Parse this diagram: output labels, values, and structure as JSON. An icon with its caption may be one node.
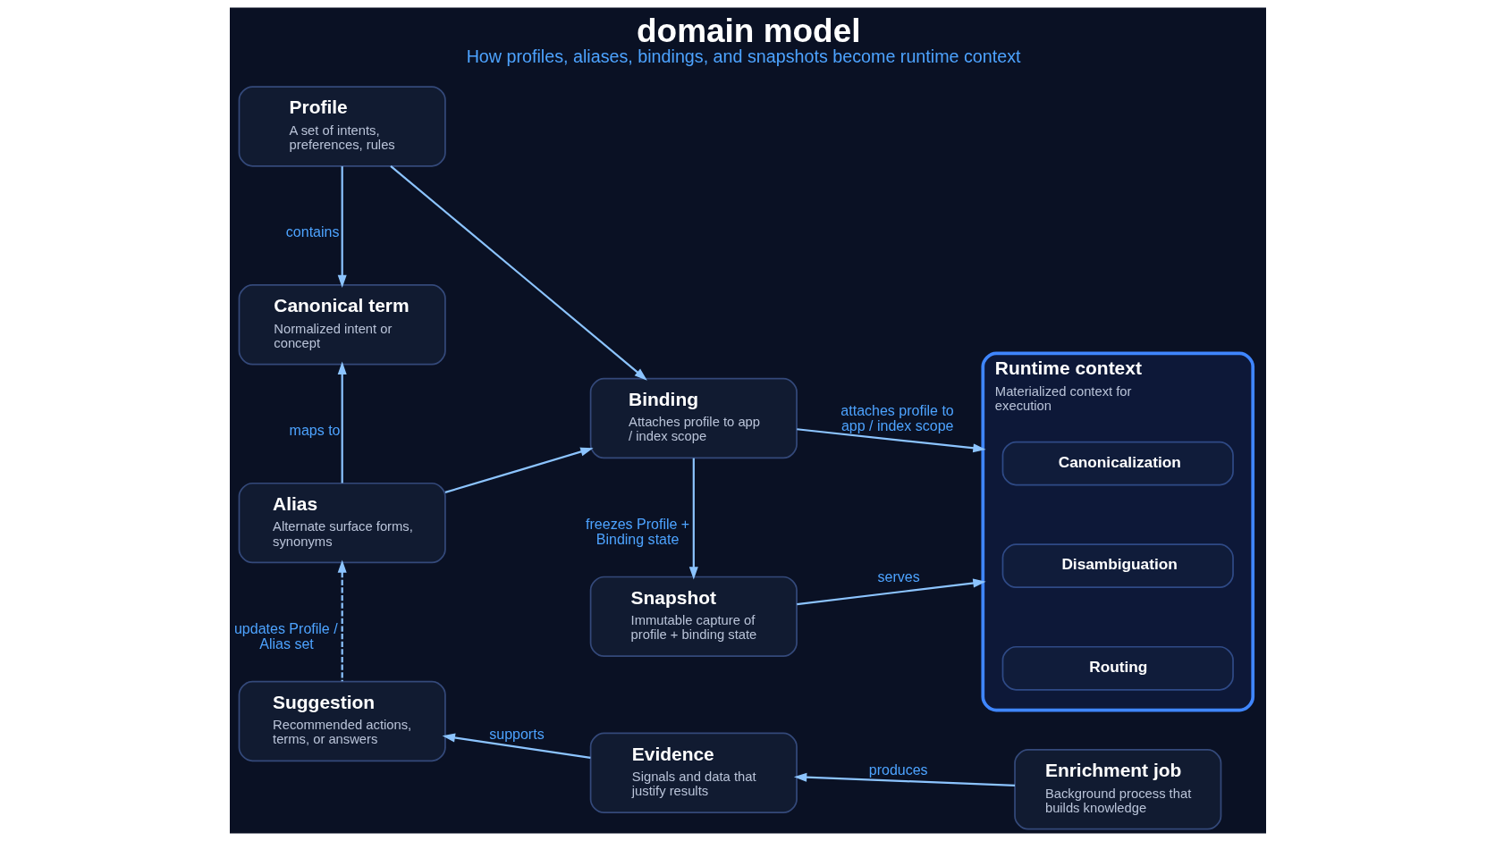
{
  "diagram": {
    "title": "domain model",
    "caption": "How profiles, aliases, bindings, and snapshots become runtime context",
    "nodes": [
      {
        "text": [
          "Profile",
          "A set of intents, preferences, rules"
        ]
      },
      {
        "text": [
          "Canonical term",
          "Normalized intent or concept"
        ]
      },
      {
        "text": [
          "Alias",
          "Alternate surface forms, synonyms"
        ]
      },
      {
        "text": [
          "Binding",
          "Attaches profile to app / index scope"
        ]
      },
      {
        "text": [
          "Snapshot",
          "Immutable capture of profile + binding state"
        ]
      },
      {
        "text": [
          "Runtime context",
          "Materialized context for execution"
        ]
      },
      {
        "text": [
          "Canonicalization"
        ],
        "in": 5
      },
      {
        "text": [
          "Disambiguation"
        ],
        "in": 5
      },
      {
        "text": [
          "Routing"
        ],
        "in": 5
      },
      {
        "text": [
          "Suggestion",
          "Recommended actions, terms, or answers"
        ]
      },
      {
        "text": [
          "Evidence",
          "Signals and data that justify results"
        ]
      },
      {
        "text": [
          "Enrichment job",
          "Background process that builds knowledge"
        ]
      }
    ],
    "edges": [
      {
        "from": 0,
        "to": 1,
        "arrow": "to",
        "label": "contains"
      },
      {
        "from": 2,
        "to": 1,
        "arrow": "to",
        "label": "maps to"
      },
      {
        "from": 0,
        "to": 3,
        "arrow": "to"
      },
      {
        "from": 2,
        "to": 3,
        "arrow": "to"
      },
      {
        "from": 3,
        "to": 5,
        "arrow": "to",
        "label": "attaches profile to app / index scope"
      },
      {
        "from": 3,
        "to": 4,
        "arrow": "to",
        "label": "freezes Profile + Binding state"
      },
      {
        "from": 4,
        "to": 5,
        "arrow": "to",
        "label": "serves"
      },
      {
        "from": 11,
        "to": 10,
        "arrow": "to",
        "label": "produces"
      },
      {
        "from": 10,
        "to": 9,
        "arrow": "to",
        "label": "supports"
      },
      {
        "from": 9,
        "to": 2,
        "arrow": "to",
        "label": "updates Profile / Alias set",
        "style": "dashed"
      }
    ]
  }
}
